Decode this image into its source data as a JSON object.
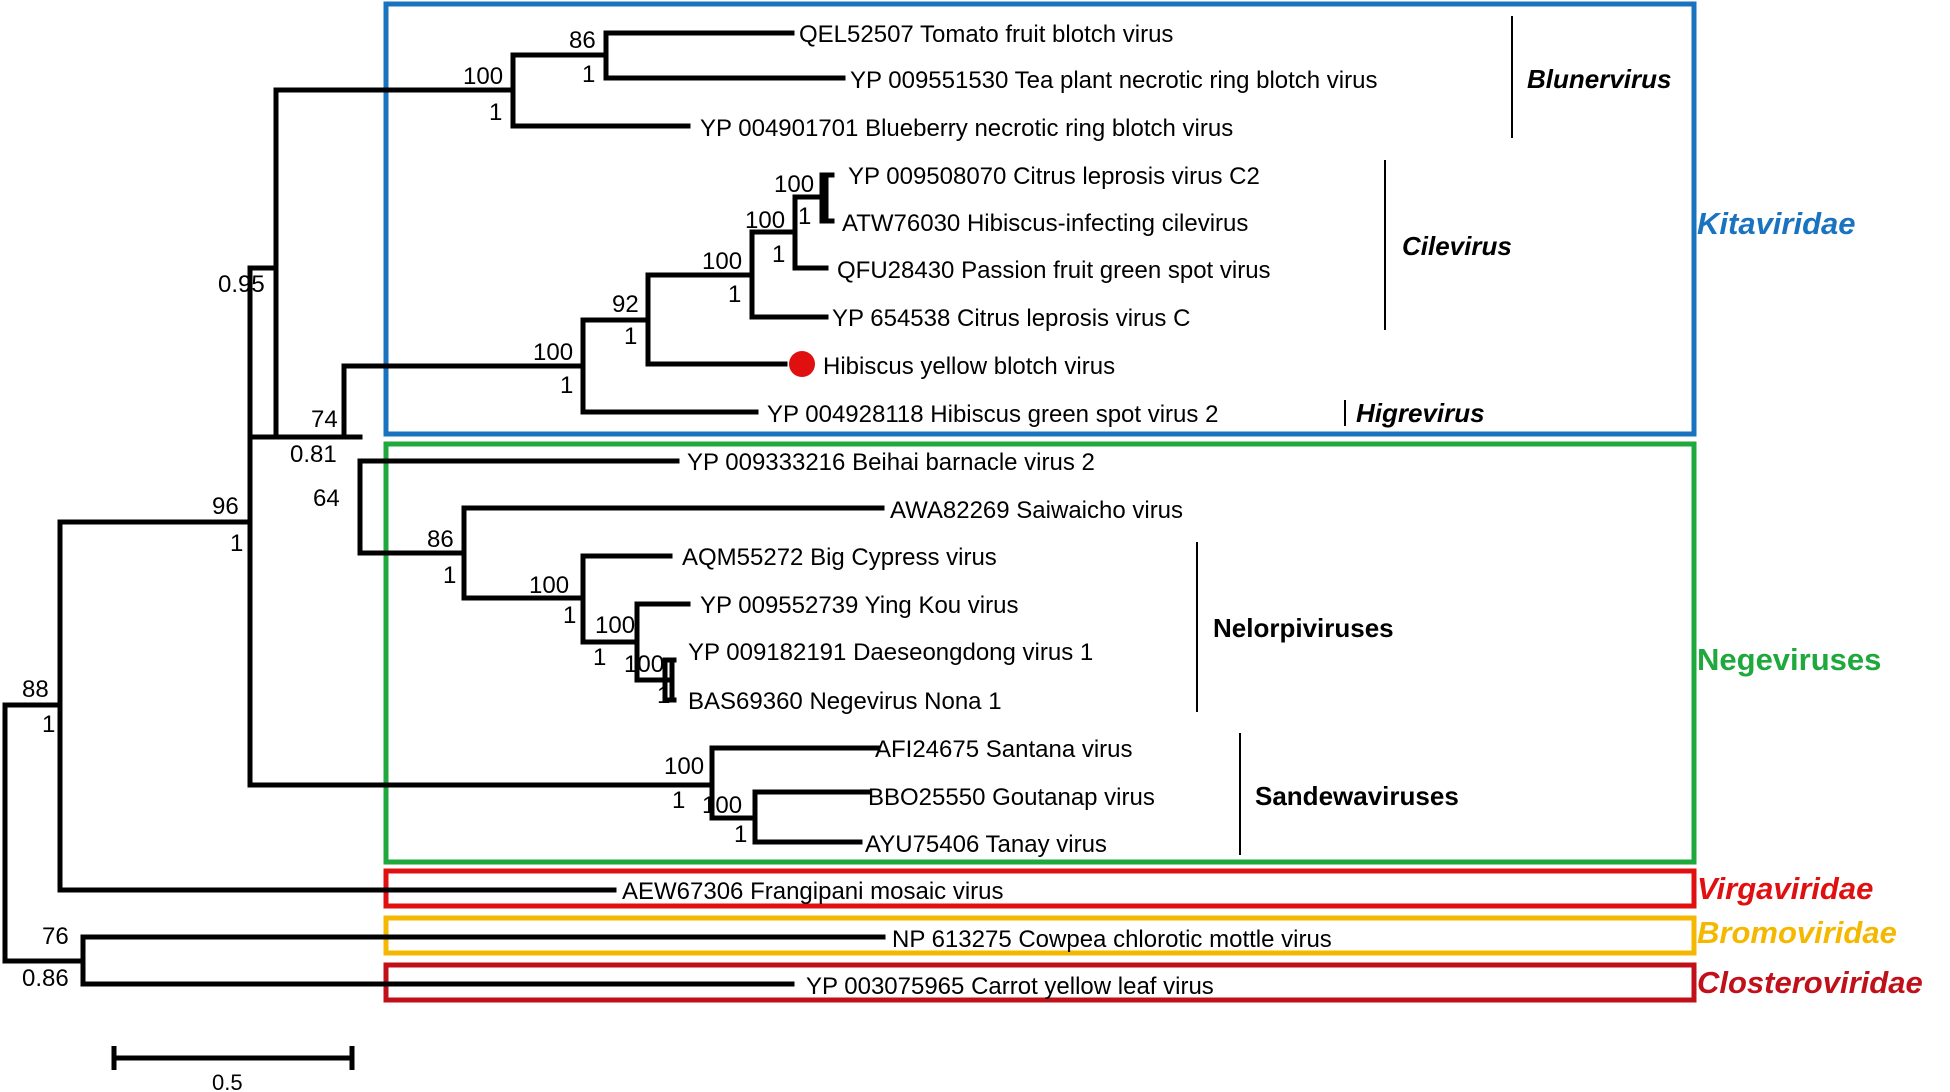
{
  "taxa": [
    {
      "accession": "QEL52507",
      "name": "Tomato fruit blotch virus"
    },
    {
      "accession": "YP 009551530",
      "name": "Tea plant necrotic ring blotch virus"
    },
    {
      "accession": "YP 004901701",
      "name": "Blueberry necrotic ring blotch virus"
    },
    {
      "accession": "YP 009508070",
      "name": "Citrus leprosis virus C2"
    },
    {
      "accession": "ATW76030",
      "name": "Hibiscus-infecting cilevirus"
    },
    {
      "accession": "QFU28430",
      "name": "Passion fruit green spot virus"
    },
    {
      "accession": "YP 654538",
      "name": "Citrus leprosis virus C"
    },
    {
      "accession": "",
      "name": "Hibiscus yellow blotch virus"
    },
    {
      "accession": "YP 004928118",
      "name": "Hibiscus green spot virus 2"
    },
    {
      "accession": "YP 009333216",
      "name": "Beihai barnacle virus 2"
    },
    {
      "accession": "AWA82269",
      "name": "Saiwaicho virus"
    },
    {
      "accession": "AQM55272",
      "name": "Big Cypress virus"
    },
    {
      "accession": "YP 009552739",
      "name": "Ying Kou virus"
    },
    {
      "accession": "YP 009182191",
      "name": "Daeseongdong virus 1"
    },
    {
      "accession": "BAS69360",
      "name": "Negevirus Nona 1"
    },
    {
      "accession": "AFI24675",
      "name": "Santana virus"
    },
    {
      "accession": "BBO25550",
      "name": "Goutanap virus"
    },
    {
      "accession": "AYU75406",
      "name": "Tanay virus"
    },
    {
      "accession": "AEW67306",
      "name": "Frangipani mosaic virus"
    },
    {
      "accession": "NP 613275",
      "name": "Cowpea chlorotic mottle virus"
    },
    {
      "accession": "YP 003075965",
      "name": "Carrot yellow leaf virus"
    }
  ],
  "support_values": {
    "tomato_tea_bootstrap": "86",
    "tomato_tea_posterior": "1",
    "blunervirus_bootstrap": "100",
    "blunervirus_posterior": "1",
    "clvc2_hibiscus_bootstrap": "100",
    "clvc2_hibiscus_posterior": "1",
    "with_passion_bootstrap": "100",
    "with_passion_posterior": "1",
    "with_clvc_bootstrap": "100",
    "with_clvc_posterior": "1",
    "with_hybv_bootstrap": "92",
    "with_hybv_posterior": "1",
    "with_higrevirus_bootstrap": "100",
    "with_higrevirus_posterior": "1",
    "kitaviridae_posterior": "0.95",
    "kita_nelor_bootstrap": "74",
    "kita_nelor_posterior": "0.81",
    "nelor_bootstrap": "64",
    "saiwaicho_group_bootstrap": "86",
    "saiwaicho_group_posterior": "1",
    "bigcypress_group_bootstrap": "100",
    "bigcypress_group_posterior": "1",
    "yingkou_group_bootstrap": "100",
    "yingkou_group_posterior": "1",
    "daeseong_nona_bootstrap": "100",
    "daeseong_nona_posterior": "1",
    "sandewa_bootstrap": "100",
    "sandewa_posterior": "1",
    "goutanap_tanay_bootstrap": "100",
    "goutanap_tanay_posterior": "1",
    "with_virga_bootstrap": "96",
    "with_virga_posterior": "1",
    "ingroup_bootstrap": "88",
    "ingroup_posterior": "1",
    "bromo_clostero_bootstrap": "76",
    "bromo_clostero_posterior": "0.86"
  },
  "genera": {
    "blunervirus": "Blunervirus",
    "cilevirus": "Cilevirus",
    "higrevirus": "Higrevirus",
    "nelorpiviruses": "Nelorpiviruses",
    "sandewaviruses": "Sandewaviruses"
  },
  "families": {
    "kitaviridae": "Kitaviridae",
    "negeviruses": "Negeviruses",
    "virgaviridae": "Virgaviridae",
    "bromoviridae": "Bromoviridae",
    "closteroviridae": "Closteroviridae"
  },
  "colors": {
    "kitaviridae": "#1a73bf",
    "negeviruses": "#1fa83c",
    "virgaviridae": "#e01010",
    "bromoviridae": "#f5b800",
    "closteroviridae": "#c0101a",
    "marker": "#e01010",
    "branch": "#000000"
  },
  "scale_bar": {
    "label": "0.5",
    "value": 0.5
  }
}
